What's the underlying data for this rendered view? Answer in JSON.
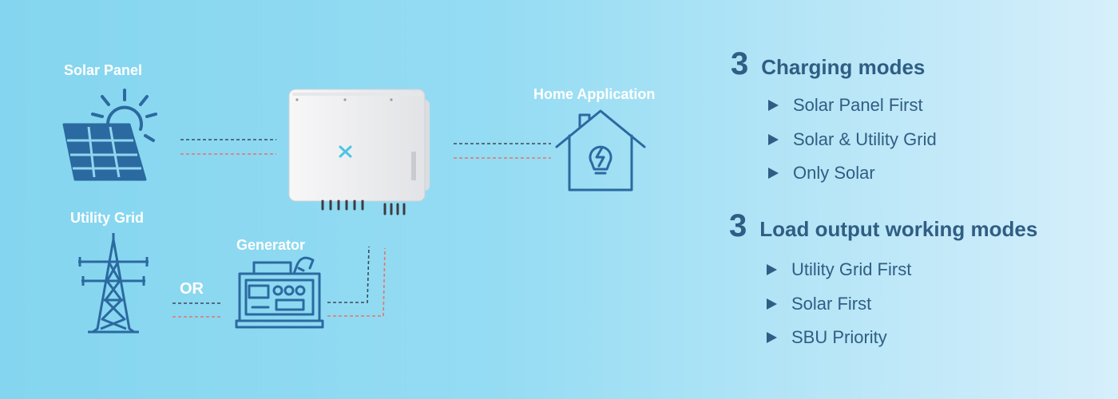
{
  "diagram": {
    "labels": {
      "solar_panel": "Solar Panel",
      "utility_grid": "Utility Grid",
      "generator": "Generator",
      "home_application": "Home Application",
      "or": "OR"
    },
    "icons": [
      "sun-icon",
      "solar-panel-icon",
      "power-tower-icon",
      "generator-icon",
      "house-bulb-icon",
      "inverter-device",
      "inverter-logo-icon"
    ]
  },
  "charging": {
    "count": "3",
    "title": "Charging modes",
    "items": [
      "Solar Panel First",
      "Solar & Utility Grid",
      "Only Solar"
    ]
  },
  "load_output": {
    "count": "3",
    "title": "Load output working modes",
    "items": [
      "Utility Grid First",
      "Solar First",
      "SBU Priority"
    ]
  },
  "colors": {
    "icon_stroke": "#2b6aa0",
    "text_dark": "#2f5d83",
    "dash_dark": "#3b4a5a",
    "dash_red": "#e2766a",
    "inverter_body": "#ececee"
  }
}
